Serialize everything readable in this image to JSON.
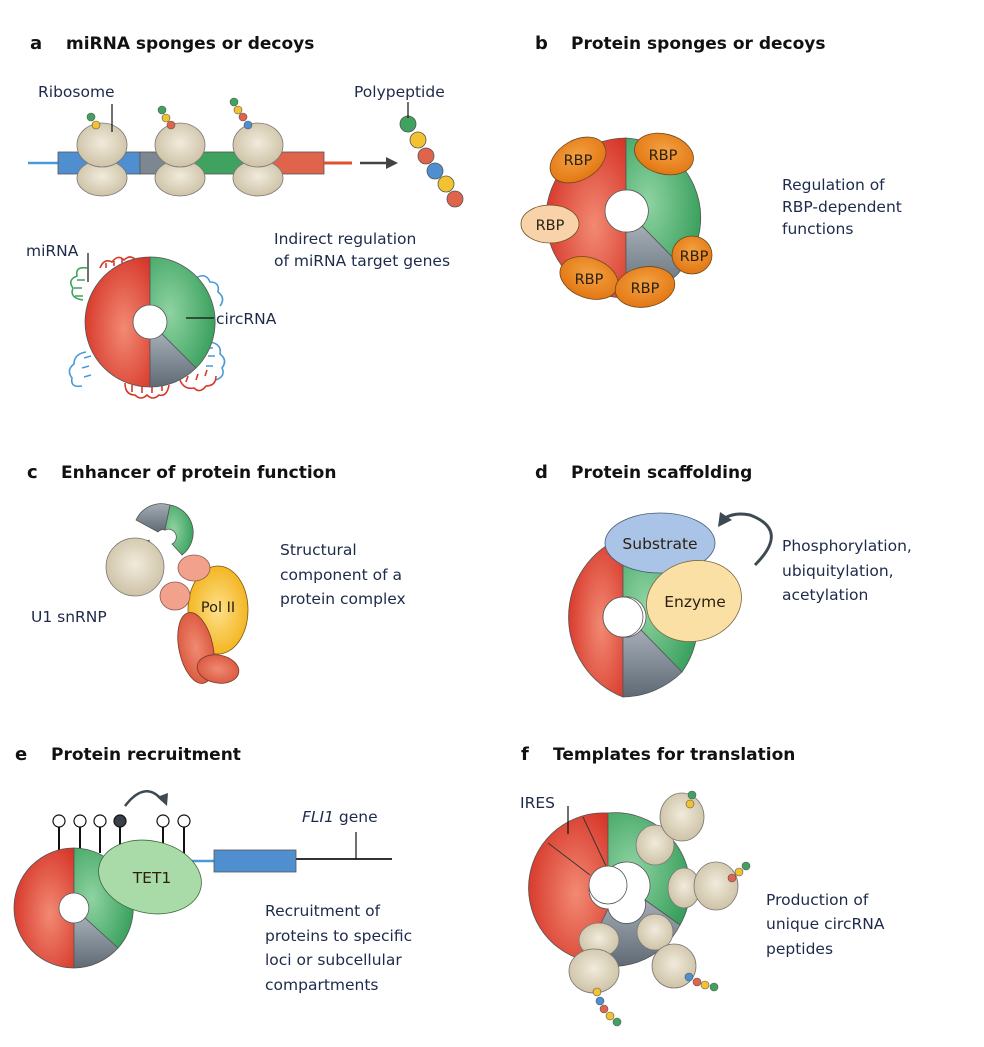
{
  "figure": {
    "colors": {
      "red": "#d93a2b",
      "green": "#3fa35f",
      "grey": "#7d8791",
      "ribosome": "#d6ccb4",
      "rbp_orange": "#e8821e",
      "rbp_light": "#f8d2a8",
      "pol2_yellow": "#f3b41a",
      "salmon": "#f2a28c",
      "tomato": "#e0634b",
      "substrate_blue": "#a9c4e6",
      "enzyme_cream": "#fbe0a6",
      "tet1_green": "#a9dba8",
      "gene_blue": "#4f8fcf",
      "text": "#1e2a4a"
    },
    "panels": [
      {
        "letter": "a",
        "title": "miRNA sponges or decoys",
        "labels": {
          "ribosome": "Ribosome",
          "polypeptide": "Polypeptide",
          "mirna": "miRNA",
          "circrna": "circRNA"
        },
        "description": [
          "Indirect regulation",
          "of miRNA target genes"
        ]
      },
      {
        "letter": "b",
        "title": "Protein sponges or decoys",
        "labels": {
          "rbp": "RBP"
        },
        "description": [
          "Regulation of",
          "RBP-dependent",
          "functions"
        ]
      },
      {
        "letter": "c",
        "title": "Enhancer of protein function",
        "labels": {
          "u1": "U1 snRNP",
          "pol2": "Pol II"
        },
        "description": [
          "Structural",
          "component of a",
          "protein complex"
        ]
      },
      {
        "letter": "d",
        "title": "Protein scaffolding",
        "labels": {
          "substrate": "Substrate",
          "enzyme": "Enzyme"
        },
        "description": [
          "Phosphorylation,",
          "ubiquitylation,",
          "acetylation"
        ]
      },
      {
        "letter": "e",
        "title": "Protein recruitment",
        "labels": {
          "tet1": "TET1",
          "gene_name": "FLI1",
          "gene_suffix": " gene"
        },
        "description": [
          "Recruitment of",
          "proteins to specific",
          "loci or subcellular",
          "compartments"
        ]
      },
      {
        "letter": "f",
        "title": "Templates for translation",
        "labels": {
          "ires": "IRES"
        },
        "description": [
          "Production of",
          "unique circRNA",
          "peptides"
        ]
      }
    ]
  }
}
